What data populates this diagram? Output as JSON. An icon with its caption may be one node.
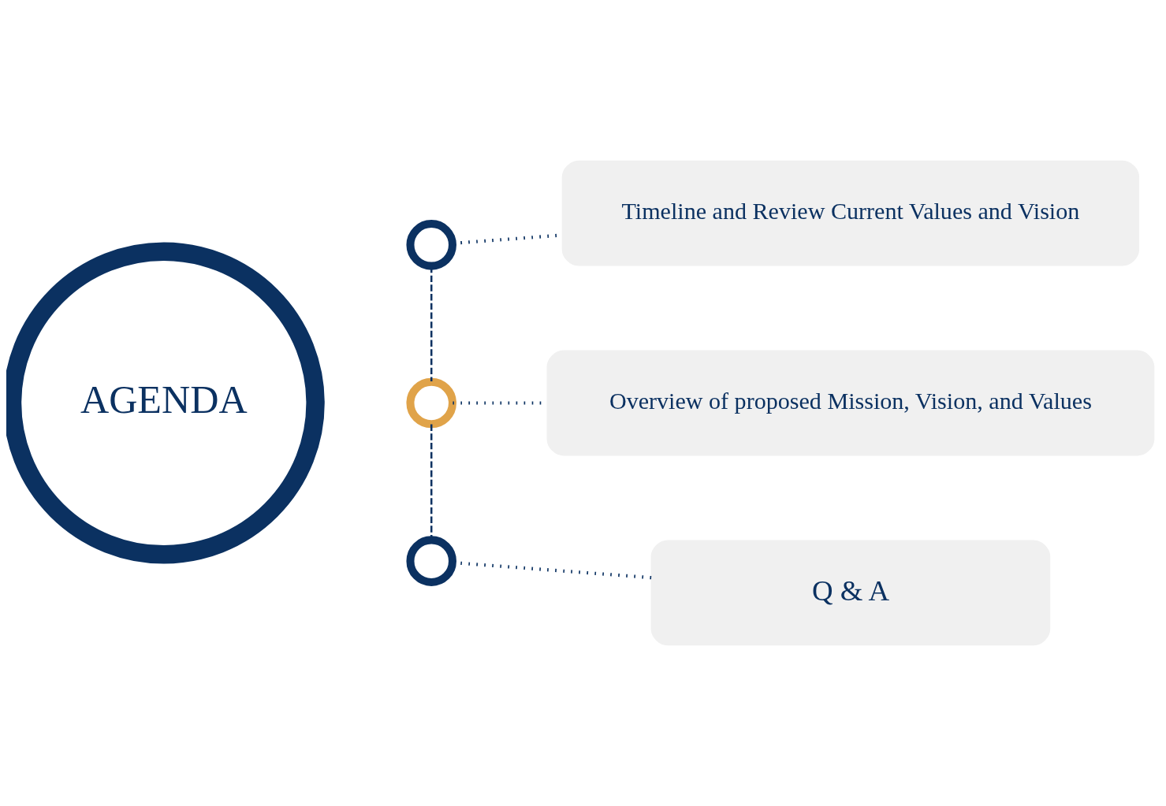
{
  "diagram": {
    "nodes": [
      {
        "text": [
          "AGENDA"
        ]
      },
      {
        "text": [],
        "shape": "circle"
      },
      {
        "text": [
          "Timeline and Review Current Values and Vision"
        ]
      },
      {
        "text": [],
        "shape": "circle"
      },
      {
        "text": [
          "Overview of proposed Mission, Vision, and Values"
        ]
      },
      {
        "text": [],
        "shape": "circle"
      },
      {
        "text": [
          "Q & A"
        ]
      }
    ],
    "edges": [
      {
        "from": 1,
        "to": 2,
        "arrow": "none"
      },
      {
        "from": 3,
        "to": 4,
        "arrow": "none"
      },
      {
        "from": 5,
        "to": 6,
        "arrow": "none"
      },
      {
        "from": 1,
        "to": 3,
        "arrow": "none",
        "style": "dashed"
      },
      {
        "from": 3,
        "to": 5,
        "arrow": "none",
        "style": "dashed"
      }
    ]
  }
}
